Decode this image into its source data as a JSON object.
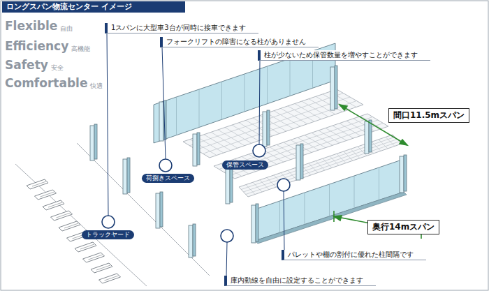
{
  "diagram": {
    "title": "ロングスパン物流センター イメージ",
    "nodes": [
      {
        "text": [
          "1スパンに大型車3台が同時に接車できます"
        ]
      },
      {
        "text": [
          "フォークリフトの障害になる柱がありません"
        ]
      },
      {
        "text": [
          "柱が少ないため保管数量を増やすことができます"
        ]
      },
      {
        "text": [
          "荷捌きスペース"
        ]
      },
      {
        "text": [
          "保管スペース"
        ]
      },
      {
        "text": [
          "間口11.5mスパン"
        ]
      },
      {
        "text": [
          "トラックヤード"
        ]
      },
      {
        "text": [
          "奥行14mスパン"
        ]
      },
      {
        "text": [
          "パレットや棚の割付に優れた柱間隔です"
        ]
      },
      {
        "text": [
          "庫内動線を自由に設定することができます"
        ]
      }
    ],
    "labels": [
      "Flexible",
      "自由",
      "Efficiency",
      "高機能",
      "Safety",
      "安全",
      "Comfortable",
      "快適"
    ]
  }
}
